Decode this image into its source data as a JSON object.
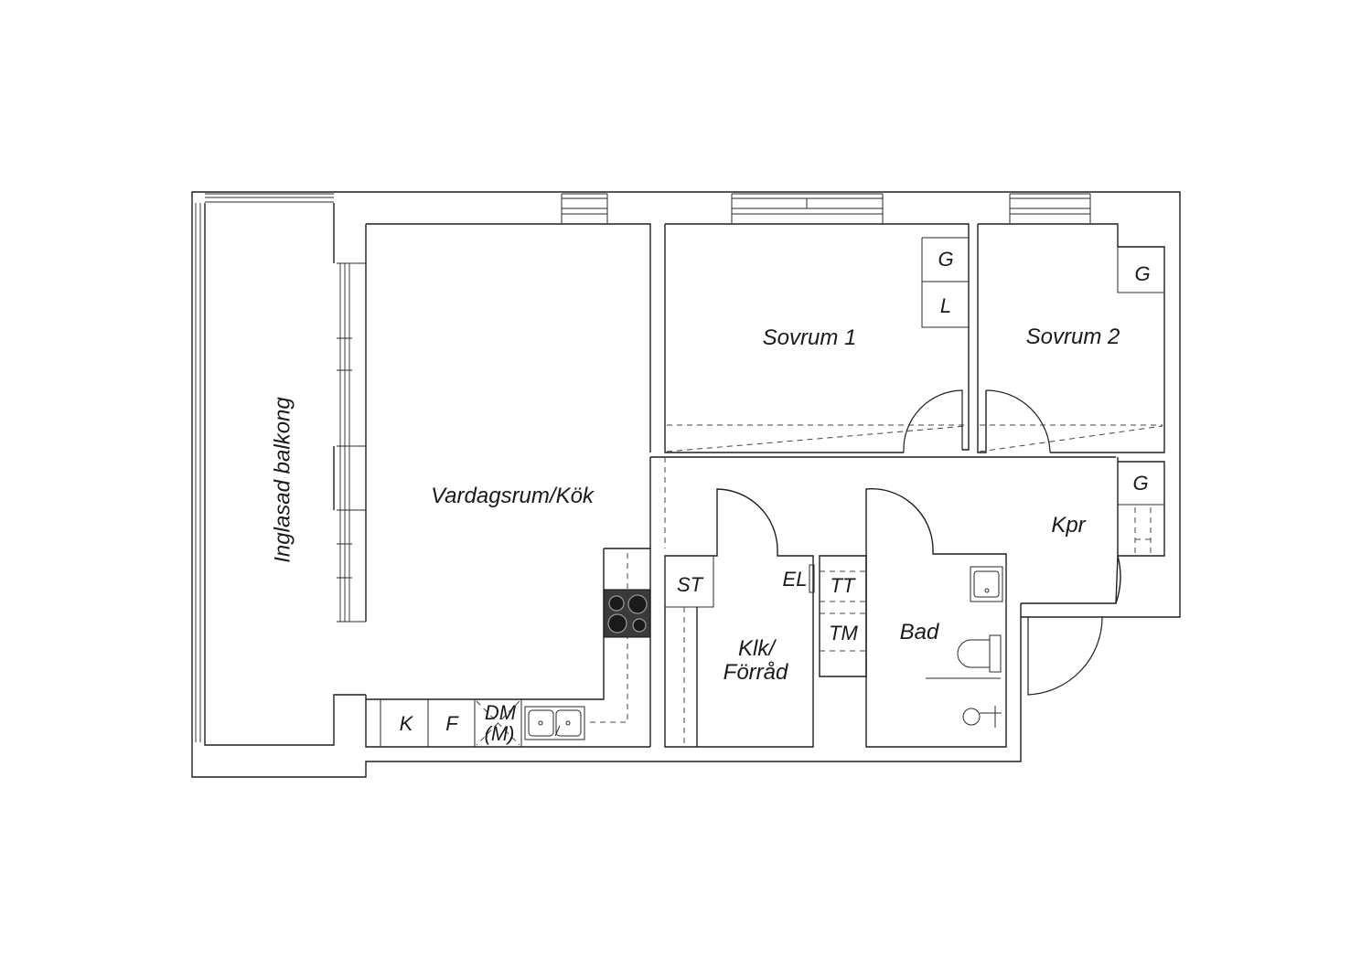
{
  "rooms": {
    "balcony": "Inglasad balkong",
    "living_kitchen": "Vardagsrum/Kök",
    "bedroom_1": "Sovrum 1",
    "bedroom_2": "Sovrum 2",
    "hall": "Kpr",
    "closet_storage_line1": "Klk/",
    "closet_storage_line2": "Förråd",
    "bathroom": "Bad"
  },
  "fixtures": {
    "wardrobe_g_bed1": "G",
    "linen_l_bed1": "L",
    "wardrobe_g_bed2": "G",
    "wardrobe_g_hall": "G",
    "cleaning_cupboard": "ST",
    "electric_cabinet": "EL",
    "dryer": "TT",
    "washer": "TM",
    "fridge": "K",
    "freezer": "F",
    "dishwasher_line1": "DM",
    "dishwasher_line2": "(M)"
  }
}
